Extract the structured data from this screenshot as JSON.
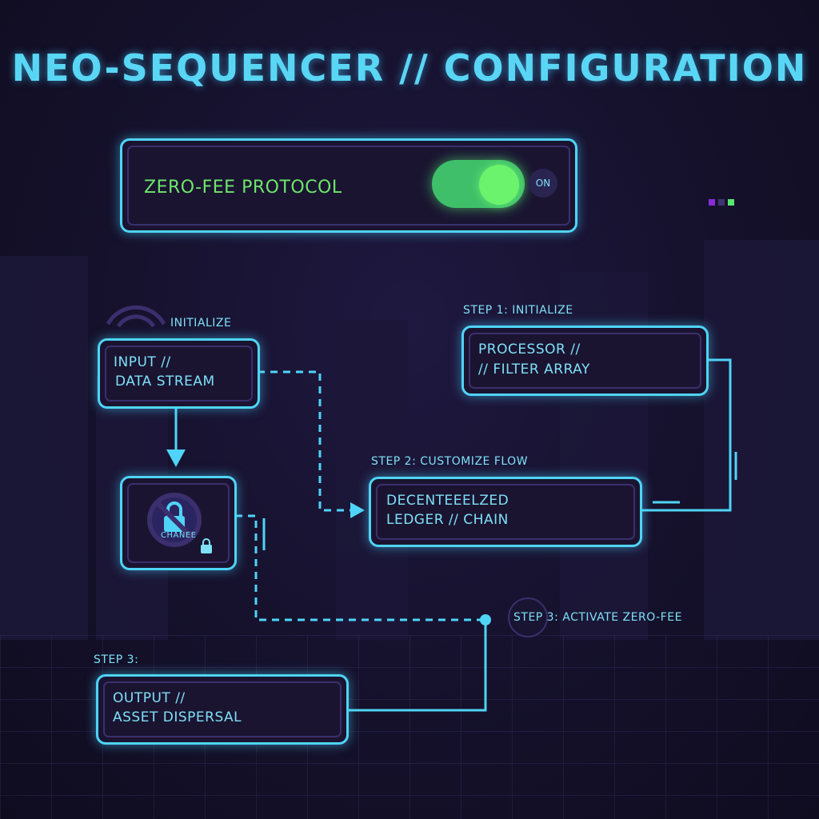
{
  "title": "NEO-SEQUENCER // CONFIGURATION",
  "toggle": {
    "label": "ZERO-FEE PROTOCOL",
    "state": "ON",
    "accent": "#6cf36d"
  },
  "nodes": {
    "input": {
      "step_label": "INITIALIZE",
      "line1": "INPUT //",
      "line2": "DATA STREAM"
    },
    "lock": {
      "caption": "CHANEE",
      "icon": "lock-icon"
    },
    "processor": {
      "step_label": "STEP 1: INITIALIZE",
      "line1": "PROCESSOR //",
      "line2": "// FILTER ARRAY"
    },
    "ledger": {
      "step_label": "STEP 2: CUSTOMIZE FLOW",
      "line1": "DECENTEEELZED",
      "line2": "LEDGER // CHAIN"
    },
    "activate": {
      "step_label": "STEP 3: ACTIVATE ZERO-FEE"
    },
    "output": {
      "step_label": "STEP 3:",
      "line1": "OUTPUT //",
      "line2": "ASSET DISPERSAL"
    }
  },
  "colors": {
    "cyan": "#4fd4f7",
    "text": "#7ee0f7",
    "green": "#6cf36d",
    "bg": "#15112b"
  }
}
